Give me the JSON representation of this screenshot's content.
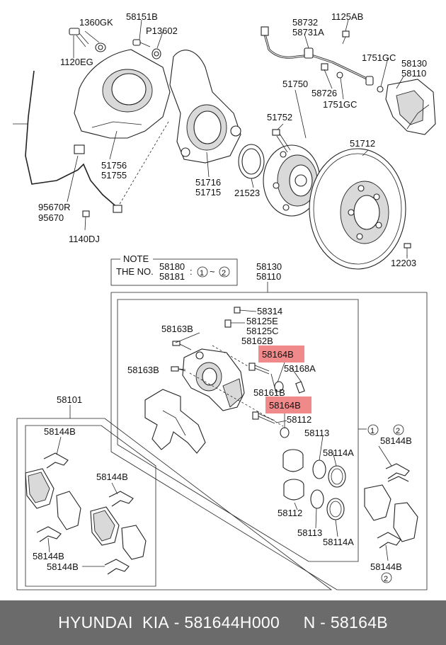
{
  "colors": {
    "highlight": "#f08a8a",
    "footer_bg": "#6b6b6b",
    "footer_text": "#ffffff"
  },
  "top_labels": {
    "l_1360GK": "1360GK",
    "l_1120EG": "1120EG",
    "l_58151B": "58151B",
    "l_P13602": "P13602",
    "l_58732": "58732",
    "l_58731A": "58731A",
    "l_1125AB": "1125AB",
    "l_1751GC_r": "1751GC",
    "l_58130_top": "58130",
    "l_58110_top": "58110",
    "l_58726": "58726",
    "l_1751GC_m": "1751GC",
    "l_51750": "51750",
    "l_51752": "51752",
    "l_51756": "51756",
    "l_51755": "51755",
    "l_51716": "51716",
    "l_51715": "51715",
    "l_21523": "21523",
    "l_51712": "51712",
    "l_12203": "12203",
    "l_95670R": "95670R",
    "l_95670": "95670",
    "l_1140DJ": "1140DJ"
  },
  "note": {
    "title": "NOTE",
    "line1_prefix": "THE NO.",
    "num1": "58180",
    "num2": "58181",
    "colon": ":",
    "c1": "1",
    "tilde": "~",
    "c2": "2"
  },
  "caliper_labels": {
    "l_58130": "58130",
    "l_58110": "58110",
    "l_58314": "58314",
    "l_58125E": "58125E",
    "l_58125C": "58125C",
    "l_58162B": "58162B",
    "l_58163B_a": "58163B",
    "l_58163B_b": "58163B",
    "l_58164B_a": "58164B",
    "l_58164B_b": "58164B",
    "l_58168A": "58168A",
    "l_58161B": "58161B",
    "l_58112_a": "58112",
    "l_58113_a": "58113",
    "l_58114A_a": "58114A",
    "l_58112_b": "58112",
    "l_58113_b": "58113",
    "l_58114A_b": "58114A",
    "l_c1": "1",
    "l_c2": "2",
    "l_58144B_r1": "58144B",
    "l_58144B_r2": "58144B",
    "l_c2b": "2"
  },
  "pad_labels": {
    "l_58101": "58101",
    "l_58144B_a": "58144B",
    "l_58144B_b": "58144B",
    "l_58144B_c": "58144B",
    "l_58144B_d": "58144B"
  },
  "footer": {
    "brand": "HYUNDAI  KIA",
    "sep1": " - ",
    "part_number": "581644H000",
    "gap": "     ",
    "n_prefix": "N",
    "sep2": " - ",
    "ref": "58164B"
  }
}
